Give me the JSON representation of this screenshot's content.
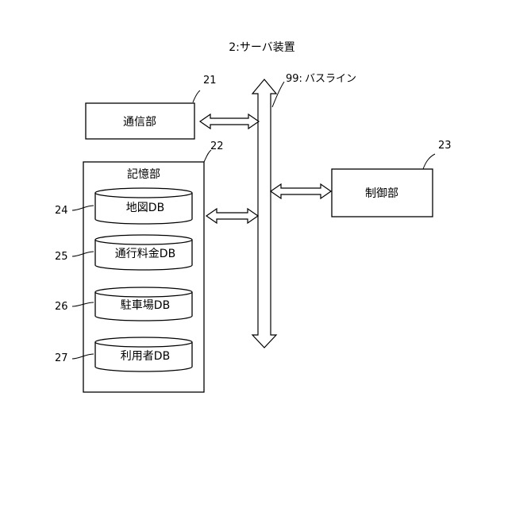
{
  "title": "2:サーバ装置",
  "bus": {
    "ref": "99:",
    "label": "バスライン"
  },
  "communication": {
    "ref": "21",
    "label": "通信部"
  },
  "storage": {
    "ref": "22",
    "label": "記憶部"
  },
  "control": {
    "ref": "23",
    "label": "制御部"
  },
  "databases": [
    {
      "ref": "24",
      "label": "地図DB"
    },
    {
      "ref": "25",
      "label": "通行料金DB"
    },
    {
      "ref": "26",
      "label": "駐車場DB"
    },
    {
      "ref": "27",
      "label": "利用者DB"
    }
  ]
}
